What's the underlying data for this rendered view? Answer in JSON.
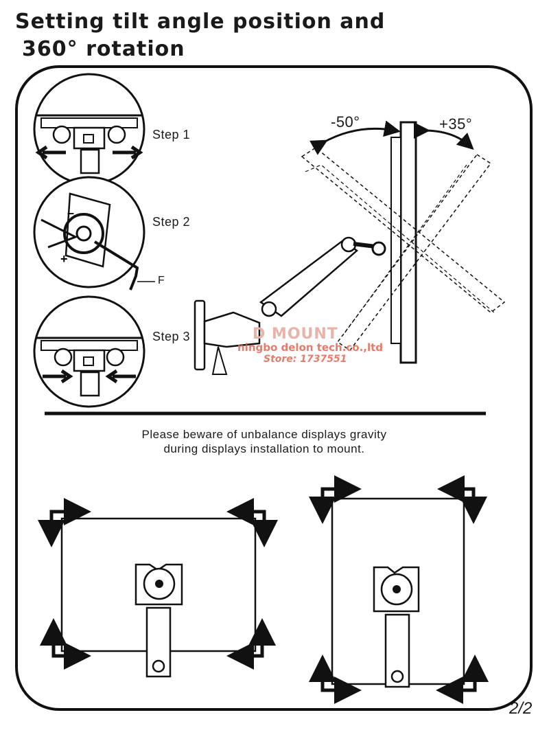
{
  "title": {
    "line1": "Setting tilt angle position and",
    "line2": "360° rotation"
  },
  "steps": [
    {
      "label": "Step 1"
    },
    {
      "label": "Step 2"
    },
    {
      "label": "Step 3"
    }
  ],
  "tool_label": "F",
  "tilt": {
    "back": "-50°",
    "forward": "+35°"
  },
  "watermark": {
    "brand": "D MOUNT",
    "company": "ningbo delon tech.co.,ltd",
    "store": "Store: 1737551"
  },
  "notice": {
    "line1": "Please beware of unbalance displays gravity",
    "line2": "during displays installation to mount."
  },
  "page_number": "2/2",
  "colors": {
    "ink": "#1a1a1a",
    "watermark": "#e57b6b"
  }
}
